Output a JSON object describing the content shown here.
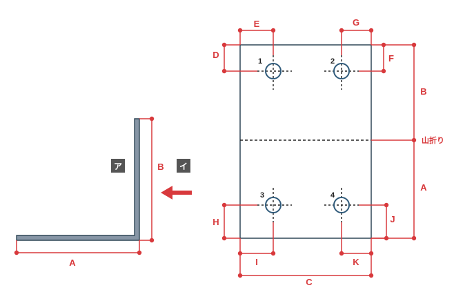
{
  "colors": {
    "dimension": "#d8393c",
    "plate_outline": "#2f4656",
    "hole": "#2f5a7a",
    "profile_fill": "#8796a6",
    "tag_bg": "#555555"
  },
  "side_view": {
    "tag_a": "ア",
    "tag_b": "イ",
    "dim_a": "A",
    "dim_b": "B",
    "arrow": "left-arrow"
  },
  "plate_view": {
    "dims": {
      "top_left": "E",
      "top_right": "G",
      "left_top": "D",
      "right_top": "F",
      "right_upper": "B",
      "right_lower": "A",
      "left_bottom": "H",
      "right_bottom": "J",
      "bottom_left": "I",
      "bottom_right": "K",
      "bottom_total": "C"
    },
    "fold_label": "山折り",
    "holes": [
      "1",
      "2",
      "3",
      "4"
    ]
  }
}
